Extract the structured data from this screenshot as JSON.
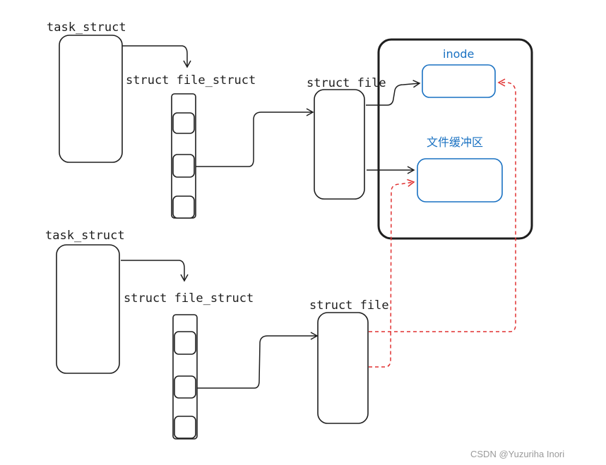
{
  "labels": {
    "task_struct_top": "task_struct",
    "file_struct_top": "struct file_struct",
    "struct_file_top": "struct file",
    "inode": "inode",
    "buffer": "文件缓冲区",
    "task_struct_bottom": "task_struct",
    "file_struct_bottom": "struct file_struct",
    "struct_file_bottom": "struct file"
  },
  "watermark": "CSDN @Yuzuriha  Inori",
  "colors": {
    "stroke": "#1e1e1e",
    "blue": "#1971c2",
    "red_dashed": "#e03131"
  },
  "icons": {
    "arrowhead": "open-chevron-arrowhead"
  }
}
